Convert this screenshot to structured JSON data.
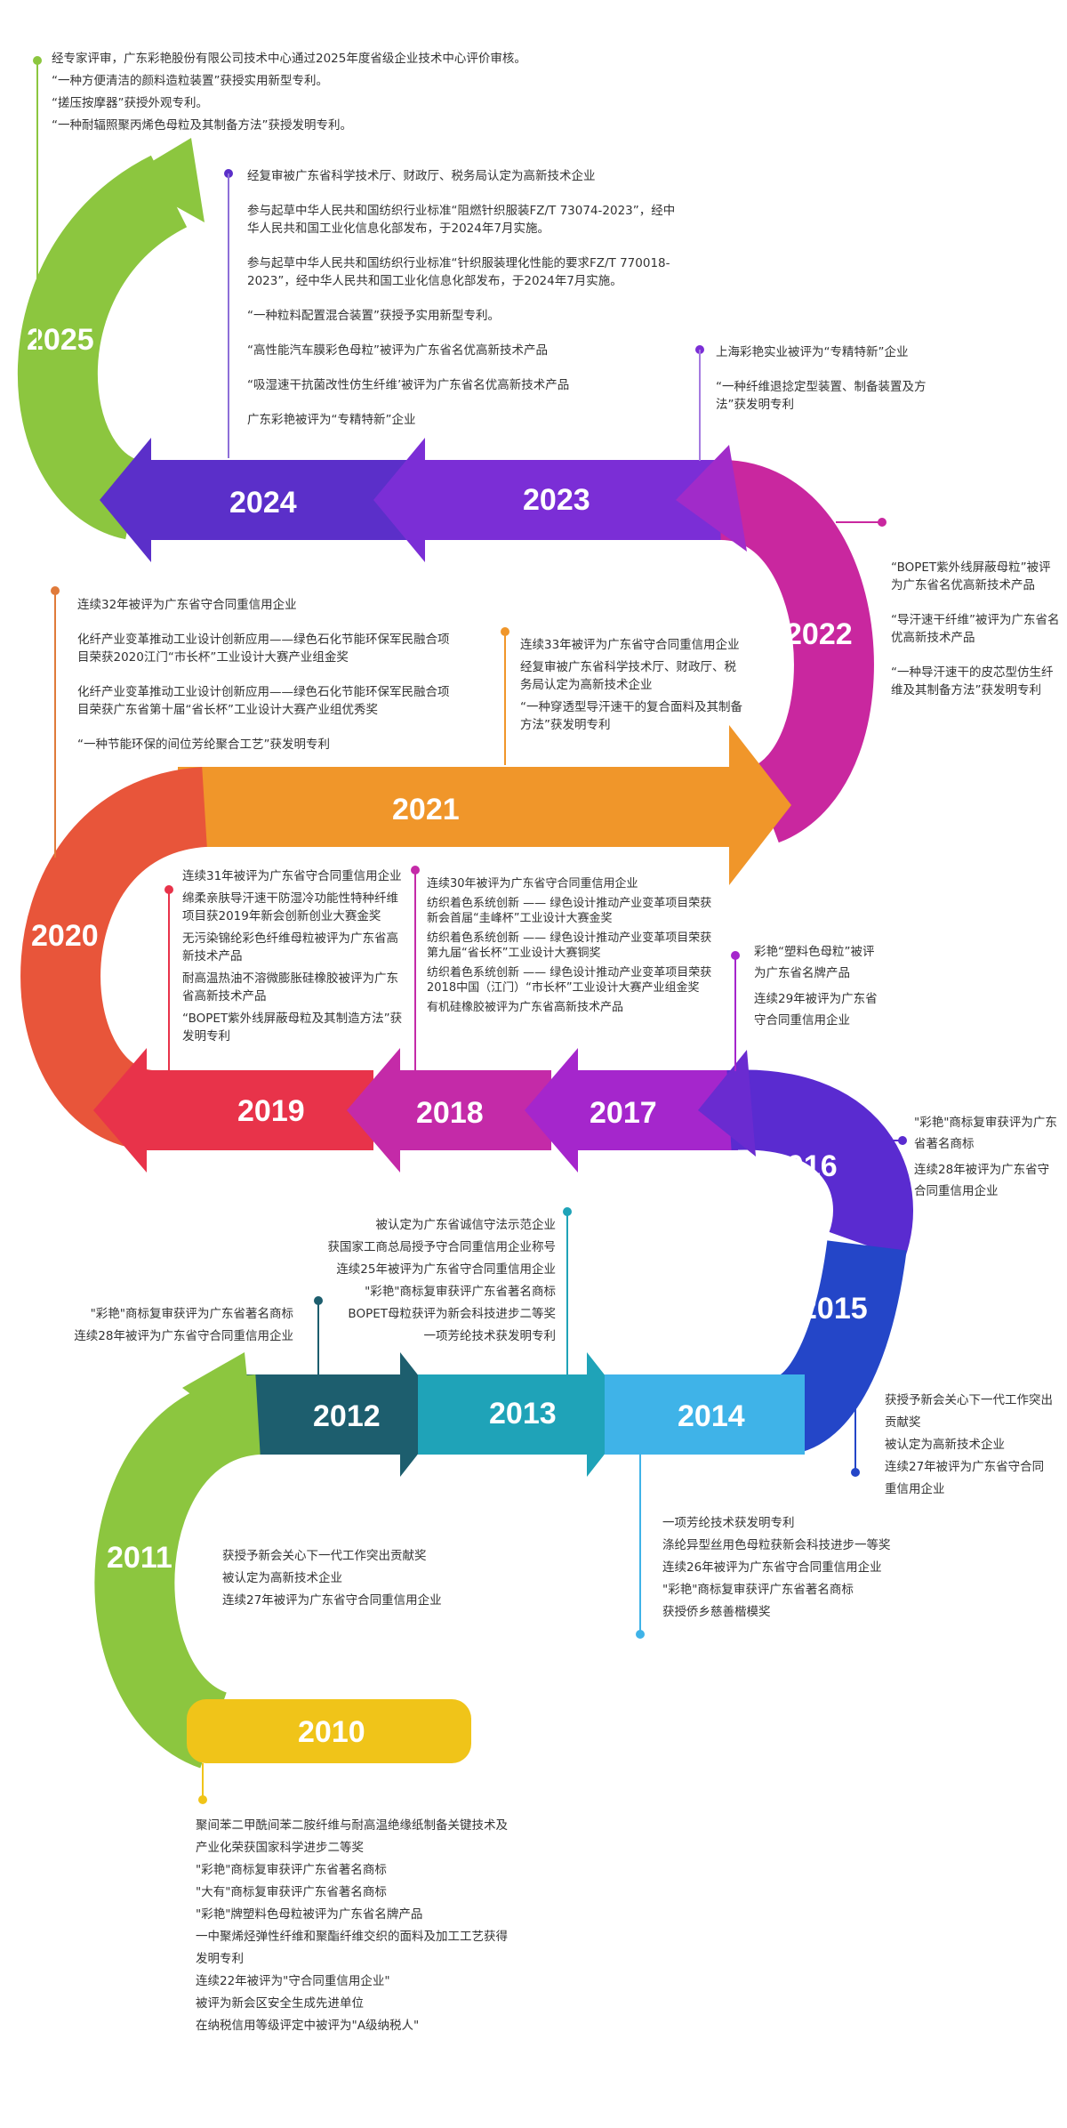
{
  "years": {
    "y2025": {
      "label": "2025",
      "color": "#8cc63f",
      "items": [
        "经专家评审，广东彩艳股份有限公司技术中心通过2025年度省级企业技术中心评价审核。",
        "“一种方便清洁的颜料造粒装置”获授实用新型专利。",
        "“搓压按摩器”获授外观专利。",
        "“一种耐辐照聚丙烯色母粒及其制备方法”获授发明专利。"
      ]
    },
    "y2024": {
      "label": "2024",
      "color": "#5b2fc9",
      "items": [
        "经复审被广东省科学技术厅、财政厅、税务局认定为高新技术企业",
        "参与起草中华人民共和国纺织行业标准“阻燃针织服装FZ/T 73074-2023”，经中华人民共和国工业化信息化部发布，于2024年7月实施。",
        "参与起草中华人民共和国纺织行业标准“针织服装理化性能的要求FZ/T 770018-2023”，经中华人民共和国工业化信息化部发布，于2024年7月实施。",
        "“一种粒料配置混合装置”获授予实用新型专利。",
        "“高性能汽车膜彩色母粒”被评为广东省名优高新技术产品",
        "“吸湿速干抗菌改性仿生纤维’被评为广东省名优高新技术产品",
        "广东彩艳被评为“专精特新”企业"
      ]
    },
    "y2023": {
      "label": "2023",
      "color": "#7b2ed6",
      "items": [
        "上海彩艳实业被评为“专精特新”企业",
        "“一种纤维退捻定型装置、制备装置及方法”获发明专利"
      ]
    },
    "y2022": {
      "label": "2022",
      "color": "#c9279f",
      "items": [
        "“BOPET紫外线屏蔽母粒”被评为广东省名优高新技术产品",
        "“导汗速干纤维”被评为广东省名优高新技术产品",
        "“一种导汗速干的皮芯型仿生纤维及其制备方法”获发明专利"
      ]
    },
    "y2021": {
      "label": "2021",
      "color": "#f0962a",
      "items": [
        "连续32年被评为广东省守合同重信用企业",
        "化纤产业变革推动工业设计创新应用——绿色石化节能环保军民融合项目荣获2020江门“市长杯”工业设计大赛产业组金奖",
        "化纤产业变革推动工业设计创新应用——绿色石化节能环保军民融合项目荣获广东省第十届“省长杯”工业设计大赛产业组优秀奖",
        "“一种节能环保的间位芳纶聚合工艺”获发明专利"
      ],
      "items_b": [
        "连续33年被评为广东省守合同重信用企业",
        "经复审被广东省科学技术厅、财政厅、税务局认定为高新技术企业",
        "“一种穿透型导汗速干的复合面料及其制备方法”获发明专利"
      ]
    },
    "y2020": {
      "label": "2020",
      "color": "#e8553a",
      "items": [
        "连续31年被评为广东省守合同重信用企业",
        "绵柔亲肤导汗速干防湿冷功能性特种纤维项目获2019年新会创新创业大赛金奖",
        "无污染锦纶彩色纤维母粒被评为广东省高新技术产品",
        "耐高温热油不溶微膨胀硅橡胶被评为广东省高新技术产品",
        "“BOPET紫外线屏蔽母粒及其制造方法”获发明专利"
      ]
    },
    "y2019": {
      "label": "2019",
      "color": "#e8334a",
      "items": []
    },
    "y2018": {
      "label": "2018",
      "color": "#c42aa8",
      "items": [
        "连续30年被评为广东省守合同重信用企业",
        "纺织着色系统创新 —— 绿色设计推动产业变革项目荣获新会首届“圭峰杯”工业设计大赛金奖",
        "纺织着色系统创新 —— 绿色设计推动产业变革项目荣获第九届“省长杯”工业设计大赛铜奖",
        "纺织着色系统创新 —— 绿色设计推动产业变革项目荣获2018中国（江门）“市长杯”工业设计大赛产业组金奖",
        "有机硅橡胶被评为广东省高新技术产品"
      ]
    },
    "y2017": {
      "label": "2017",
      "color": "#a526cc",
      "items": [
        "彩艳“塑料色母粒”被评为广东省名牌产品",
        "连续29年被评为广东省守合同重信用企业"
      ]
    },
    "y2016": {
      "label": "2016",
      "color": "#5a2bd0",
      "items": [
        "\"彩艳\"商标复审获评为广东省著名商标",
        "连续28年被评为广东省守合同重信用企业"
      ]
    },
    "y2015": {
      "label": "2015",
      "color": "#2446c8",
      "items": [
        "获授予新会关心下一代工作突出贡献奖",
        "被认定为高新技术企业",
        "连续27年被评为广东省守合同重信用企业"
      ]
    },
    "y2014": {
      "label": "2014",
      "color": "#3fb3e8",
      "items": [
        "一项芳纶技术获发明专利",
        "涤纶异型丝用色母粒获新会科技进步一等奖",
        "连续26年被评为广东省守合同重信用企业",
        "\"彩艳\"商标复审获评广东省著名商标",
        "获授侨乡慈善楷模奖"
      ]
    },
    "y2013": {
      "label": "2013",
      "color": "#1fa3b8",
      "items": [
        "被认定为广东省诚信守法示范企业",
        "获国家工商总局授予守合同重信用企业称号",
        "连续25年被评为广东省守合同重信用企业",
        "\"彩艳\"商标复审获评广东省著名商标",
        "BOPET母粒获评为新会科技进步二等奖",
        "一项芳纶技术获发明专利"
      ]
    },
    "y2012": {
      "label": "2012",
      "color": "#1d5e6e",
      "items": [
        "\"彩艳\"商标复审获评为广东省著名商标",
        "连续28年被评为广东省守合同重信用企业"
      ]
    },
    "y2011": {
      "label": "2011",
      "color": "#8cc63f",
      "items": [
        "获授予新会关心下一代工作突出贡献奖",
        "被认定为高新技术企业",
        "连续27年被评为广东省守合同重信用企业"
      ]
    },
    "y2010": {
      "label": "2010",
      "color": "#f0c419",
      "items": [
        "聚间苯二甲酰间苯二胺纤维与耐高温绝缘纸制备关键技术及产业化荣获国家科学进步二等奖",
        "\"彩艳\"商标复审获评广东省著名商标",
        "\"大有\"商标复审获评广东省著名商标",
        "\"彩艳\"牌塑料色母粒被评为广东省名牌产品",
        "一中聚烯烃弹性纤维和聚酯纤维交织的面料及加工工艺获得发明专利",
        "连续22年被评为\"守合同重信用企业\"",
        "被评为新会区安全生成先进单位",
        "在纳税信用等级评定中被评为\"A级纳税人\""
      ]
    }
  }
}
